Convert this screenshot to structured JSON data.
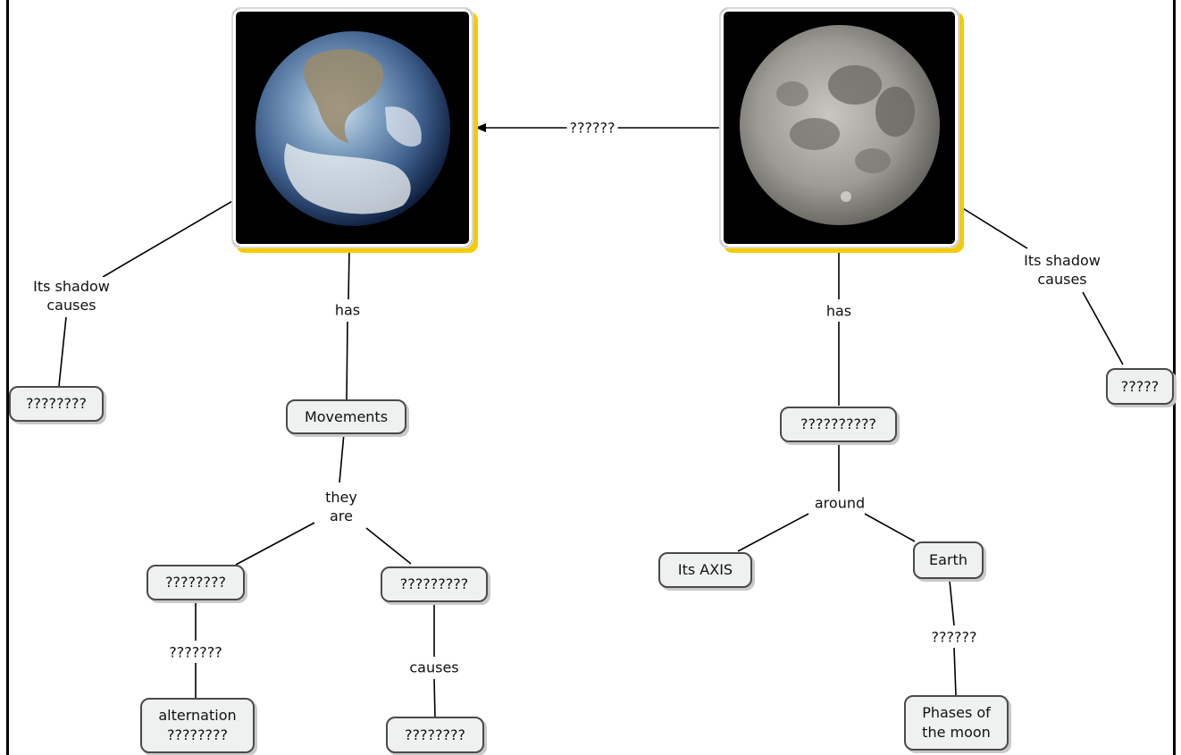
{
  "images": {
    "earth": {
      "name": "Earth image"
    },
    "moon": {
      "name": "Moon image"
    }
  },
  "nodes": {
    "earth_shadow_target": "????????",
    "movements": "Movements",
    "movement_type_1": "????????",
    "movement_type_2": "?????????",
    "alternation": "alternation\n????????",
    "effect": "????????",
    "moon_shadow_target": "?????",
    "moon_movement": "??????????",
    "its_axis": "Its AXIS",
    "earth": "Earth",
    "phases": "Phases of\nthe moon"
  },
  "links": {
    "moon_to_earth": "??????",
    "earth_shadow": "Its shadow\ncauses",
    "earth_has": "has",
    "they_are": "they\nare",
    "type1_link": "???????",
    "causes": "causes",
    "moon_has": "has",
    "moon_shadow": "Its shadow\ncauses",
    "around": "around",
    "earth_phases": "??????"
  },
  "colors": {
    "node_fill": "#eef1f0",
    "image_shadow": "#f2cc00",
    "line": "#000000"
  }
}
